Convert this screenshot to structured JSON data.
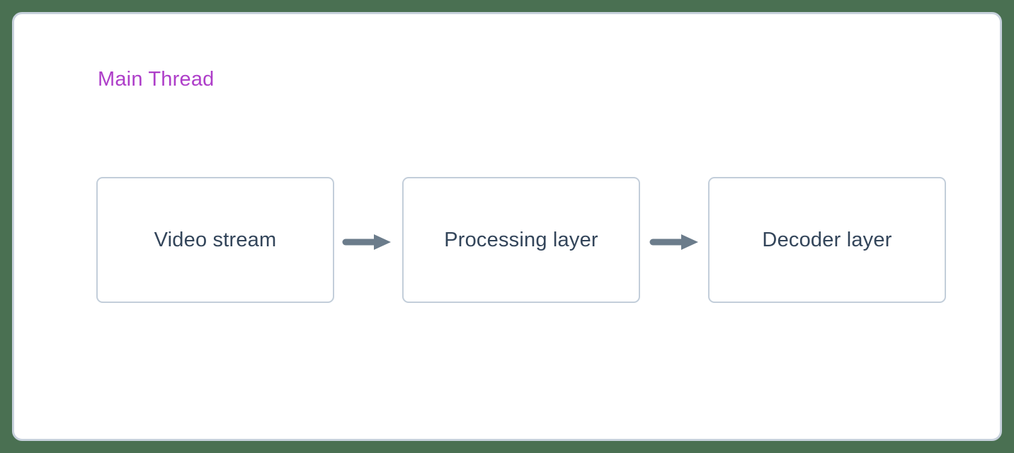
{
  "diagram": {
    "title": "Main Thread",
    "nodes": [
      {
        "label": "Video stream"
      },
      {
        "label": "Processing layer"
      },
      {
        "label": "Decoder layer"
      }
    ],
    "connectors": [
      {
        "from": "Video stream",
        "to": "Processing layer",
        "icon": "arrow-right-icon"
      },
      {
        "from": "Processing layer",
        "to": "Decoder layer",
        "icon": "arrow-right-icon"
      }
    ],
    "colors": {
      "background": "#4A7052",
      "card_background": "#FFFFFF",
      "card_border": "#C7D1DC",
      "node_border": "#C3CEDA",
      "node_text": "#33455A",
      "title_text": "#AE3EC9",
      "arrow": "#6B7C8B"
    }
  }
}
